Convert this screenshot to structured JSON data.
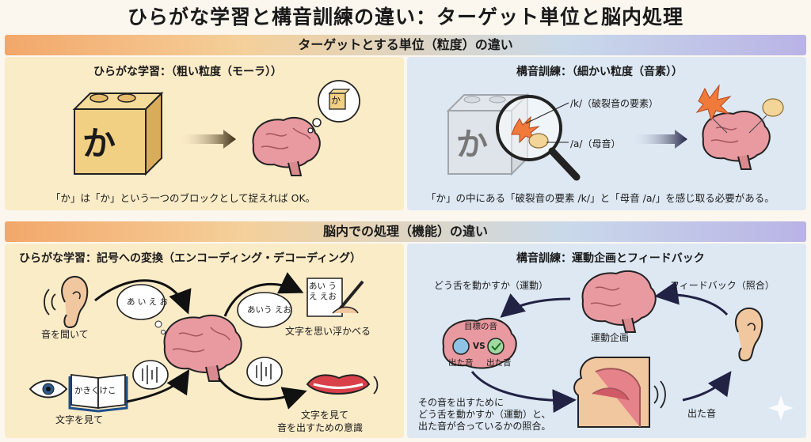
{
  "title": "ひらがな学習と構音訓練の違い：ターゲット単位と脳内処理",
  "sections": {
    "granularity": {
      "heading": "ターゲットとする単位（粒度）の違い",
      "hiragana": {
        "title": "ひらがな学習：（粗い粒度（モーラ））",
        "block_char": "か",
        "bubble_char": "か",
        "caption": "「か」は「か」という一つのブロックとして捉えれば OK。"
      },
      "articulation": {
        "title": "構音訓練：（細かい粒度（音素））",
        "block_char": "か",
        "label_k": "/k/（破裂音の要素）",
        "label_a": "/a/（母音）",
        "caption": "「か」の中にある「破裂音の要素 /k/」と「母音 /a/」を感じ取る必要がある。"
      }
    },
    "processing": {
      "heading": "脳内での処理（機能）の違い",
      "hiragana": {
        "title": "ひらがな学習：記号への変換（エンコーディング・デコーディング）",
        "ear_label": "音を聞いて",
        "eye_label": "文字を見て",
        "book_text": "かきくけこ",
        "bubble1": "あ い え お",
        "bubble2": "あいう えお",
        "paper_text": "あい うえ えお",
        "write_label": "文字を思い浮かべる",
        "mouth_label_1": "文字を見て",
        "mouth_label_2": "音を出すための意識"
      },
      "articulation": {
        "title": "構音訓練：運動企画とフィードバック",
        "motor_label": "どう舌を動かすか（運動）",
        "feedback_label": "フィードバック（照合）",
        "planning_label": "運動企画",
        "target_label": "目標の音",
        "vs_label": "VS",
        "output_label_left": "出た音",
        "output_label_right": "出た音",
        "output_sound_label": "出た音",
        "desc_1": "その音を出すために",
        "desc_2": "どう舌を動かすか（運動）と、",
        "desc_3": "出た音が合っているかの照合。"
      }
    }
  },
  "colors": {
    "warm_panel": "#fbecc8",
    "cool_panel": "#dde8f3",
    "brain": "#e89aa0",
    "block": "#f1cf83",
    "arrow_dark": "#222244"
  }
}
